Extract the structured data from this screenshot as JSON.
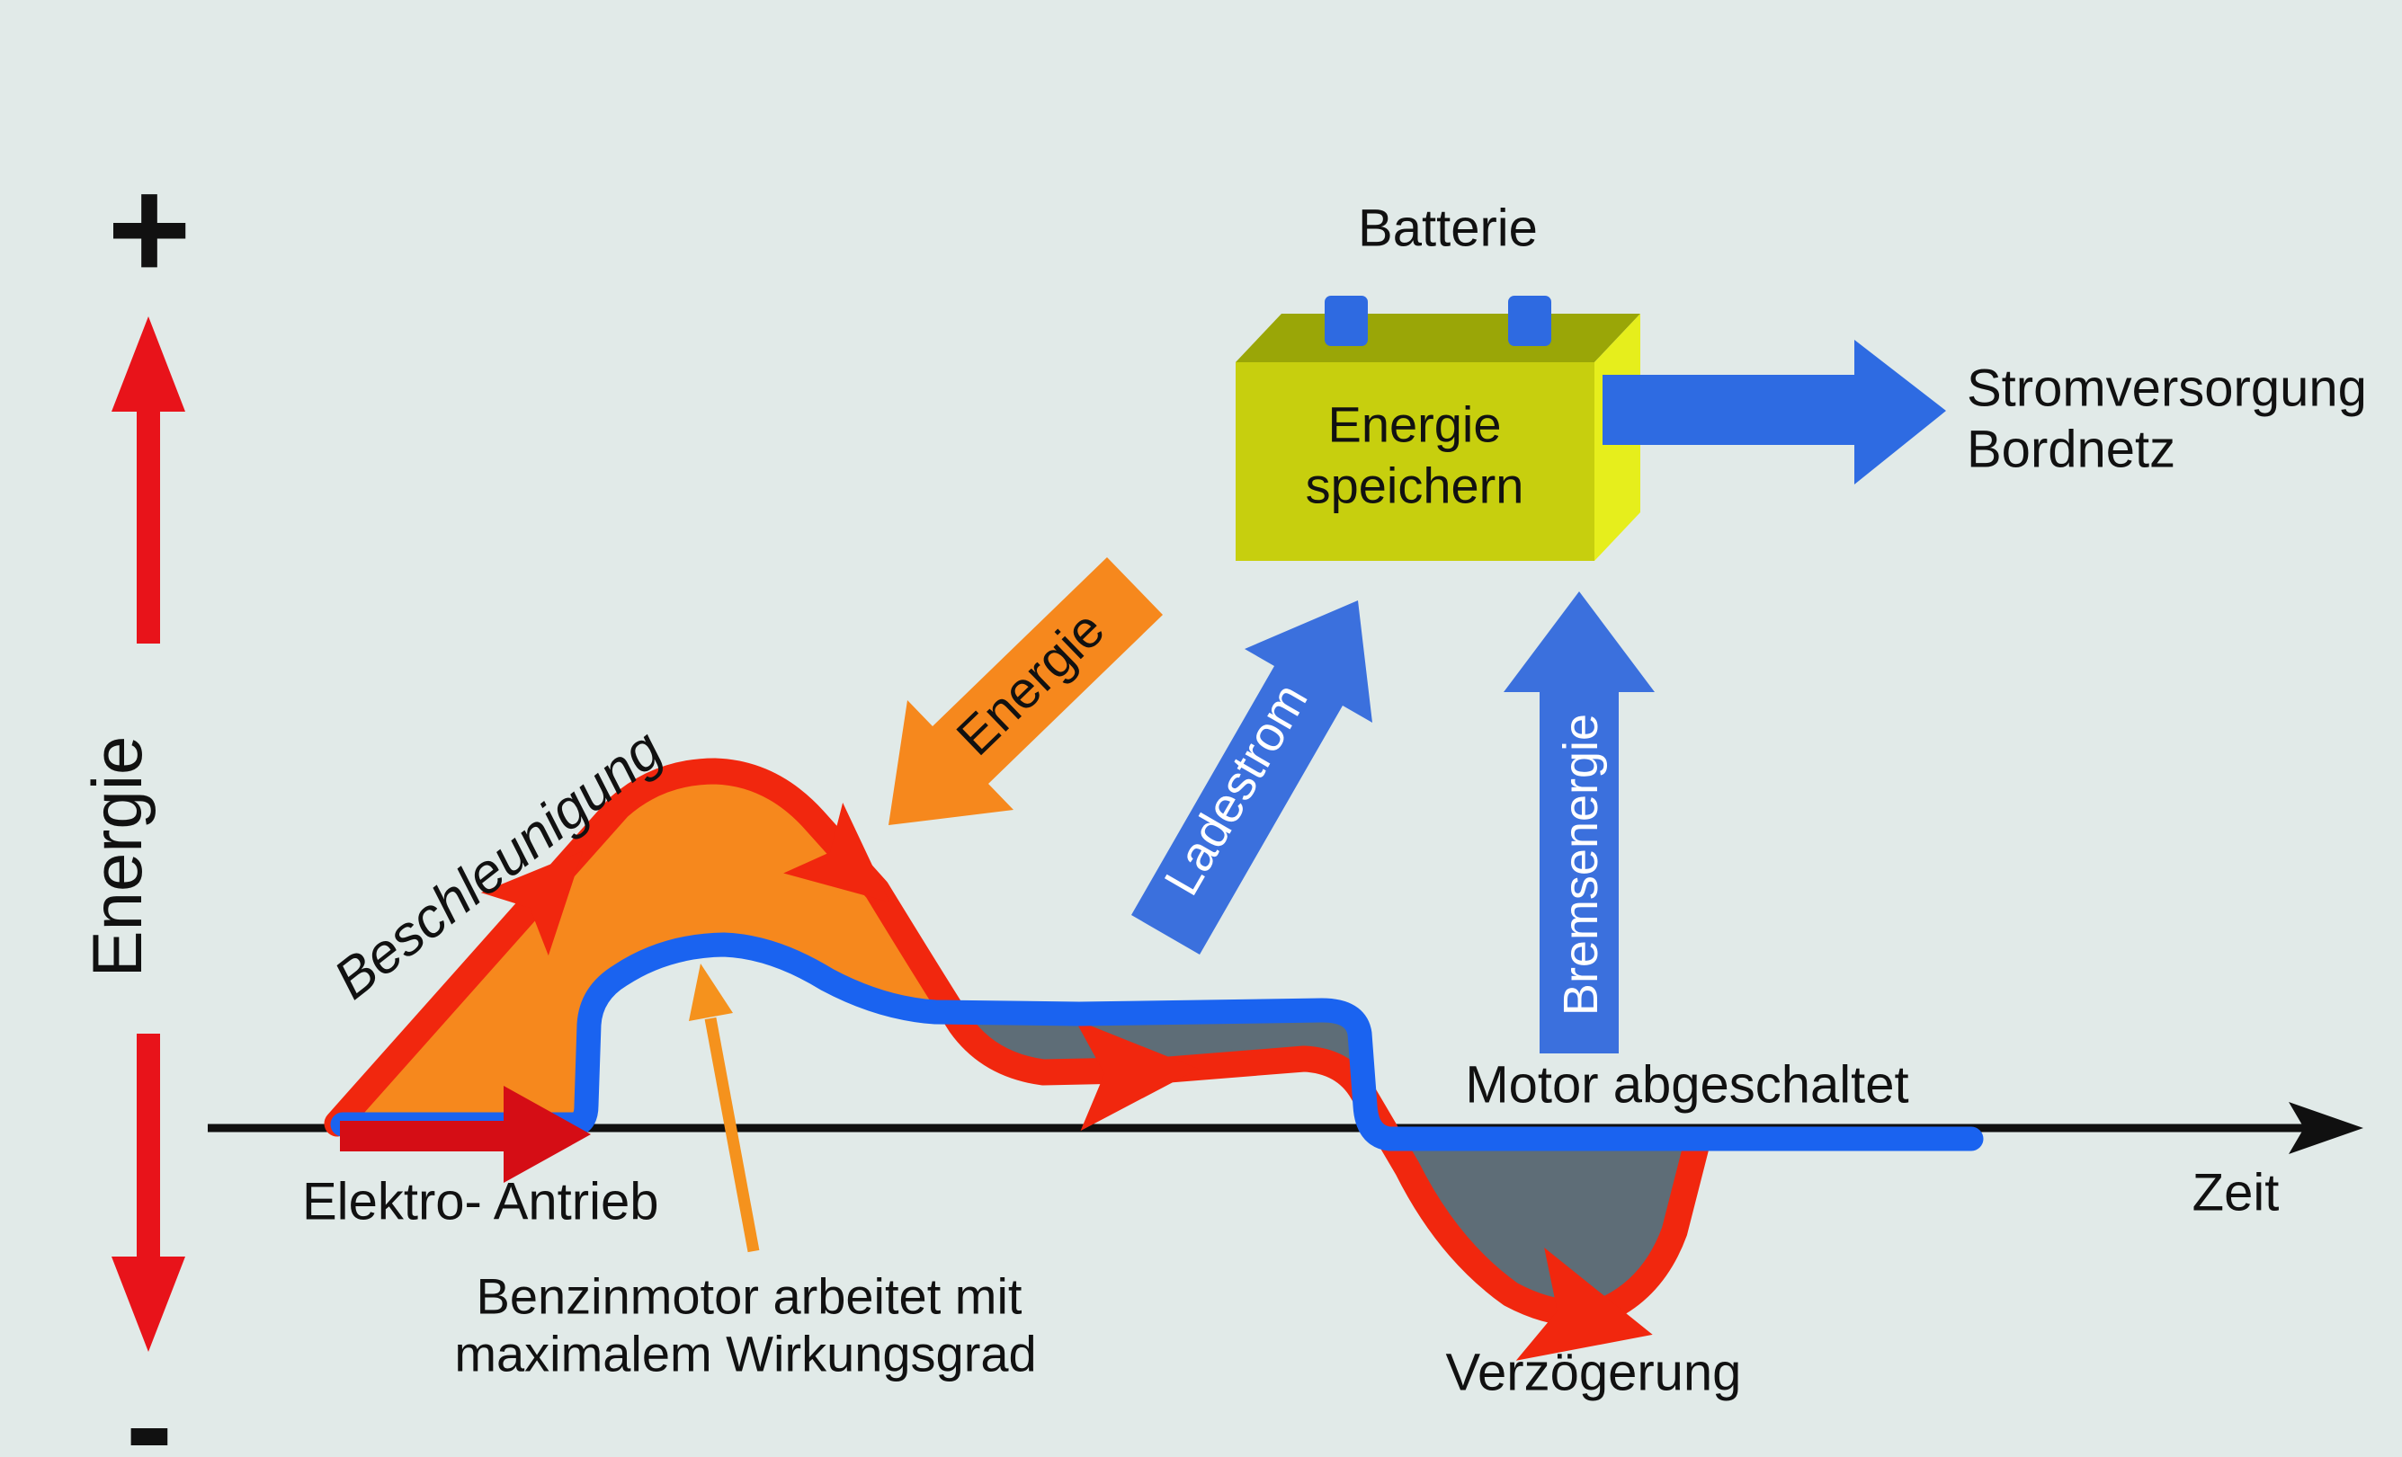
{
  "y_axis": {
    "label": "Energie",
    "plus": "+",
    "minus": "-"
  },
  "x_axis": {
    "label": "Zeit"
  },
  "battery": {
    "title": "Batterie",
    "face_line1": "Energie",
    "face_line2": "speichern"
  },
  "flows": {
    "energie": "Energie",
    "ladestrom": "Ladestrom",
    "bremsenergie": "Bremsenergie",
    "bordnetz_line1": "Stromversorgung",
    "bordnetz_line2": "Bordnetz"
  },
  "curve_labels": {
    "beschleunigung": "Beschleunigung",
    "elektro_antrieb": "Elektro- Antrieb",
    "benzinmotor_line1": "Benzinmotor arbeitet mit",
    "benzinmotor_line2": "maximalem Wirkungsgrad",
    "motor_abgeschaltet": "Motor abgeschaltet",
    "verzoegerung": "Verzögerung"
  },
  "colors": {
    "background": "#e1eae8",
    "axis_black": "#101010",
    "axis_arrow_red": "#e8131a",
    "curve_red": "#f1270e",
    "elektro_arrow_red": "#d50d15",
    "curve_blue": "#1a63f0",
    "flow_arrow_blue": "#3b70dd",
    "bordnetz_blue": "#2e6be2",
    "terminal_blue": "#2e6ae1",
    "fill_orange": "#f6881d",
    "annotation_orange": "#f5921d",
    "fill_gray": "#5e6d77",
    "battery_front": "#c7cf0e",
    "battery_top": "#9aa607",
    "battery_side": "#e6ee1c",
    "text_black": "#111111",
    "text_white": "#ffffff"
  }
}
